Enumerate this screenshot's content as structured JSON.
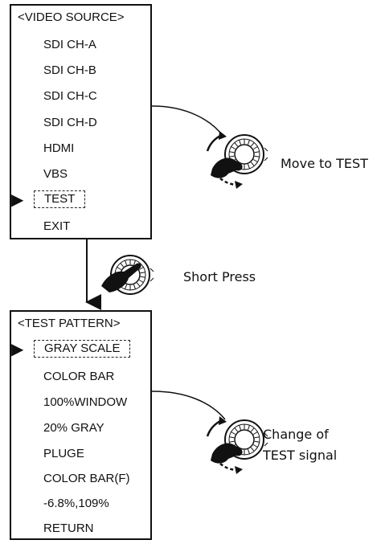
{
  "video_source_menu": {
    "title": "<VIDEO SOURCE>",
    "items": [
      "SDI CH-A",
      "SDI CH-B",
      "SDI CH-C",
      "SDI CH-D",
      "HDMI",
      "VBS",
      "TEST",
      "EXIT"
    ],
    "selected": "TEST"
  },
  "test_pattern_menu": {
    "title": "<TEST PATTERN>",
    "items": [
      "GRAY SCALE",
      "COLOR BAR",
      "100%WINDOW",
      "20% GRAY",
      "PLUGE",
      "COLOR BAR(F)",
      "-6.8%,109%",
      "RETURN"
    ],
    "selected": "GRAY SCALE"
  },
  "captions": {
    "rotate_1": "Move to TEST",
    "press": "Short Press",
    "rotate_2_line1": "Change of",
    "rotate_2_line2": "TEST signal"
  },
  "icons": [
    "rotary-knob-rotate-icon",
    "rotary-knob-press-icon",
    "rotary-knob-rotate-icon"
  ]
}
